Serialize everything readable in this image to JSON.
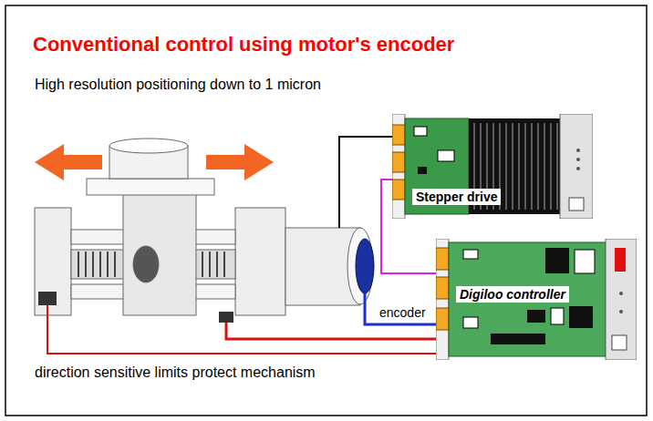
{
  "diagram": {
    "title": "Conventional control using motor's encoder",
    "nodes": [
      {
        "text": [
          "Stepper drive"
        ]
      },
      {
        "text": [
          "Digiloo controller"
        ]
      }
    ],
    "edges": [
      {
        "from": 0,
        "to": 1,
        "arrow": "none"
      }
    ],
    "labels": [
      "High resolution positioning down to 1 micron",
      "encoder",
      "direction sensitive limits protect mechanism"
    ]
  }
}
